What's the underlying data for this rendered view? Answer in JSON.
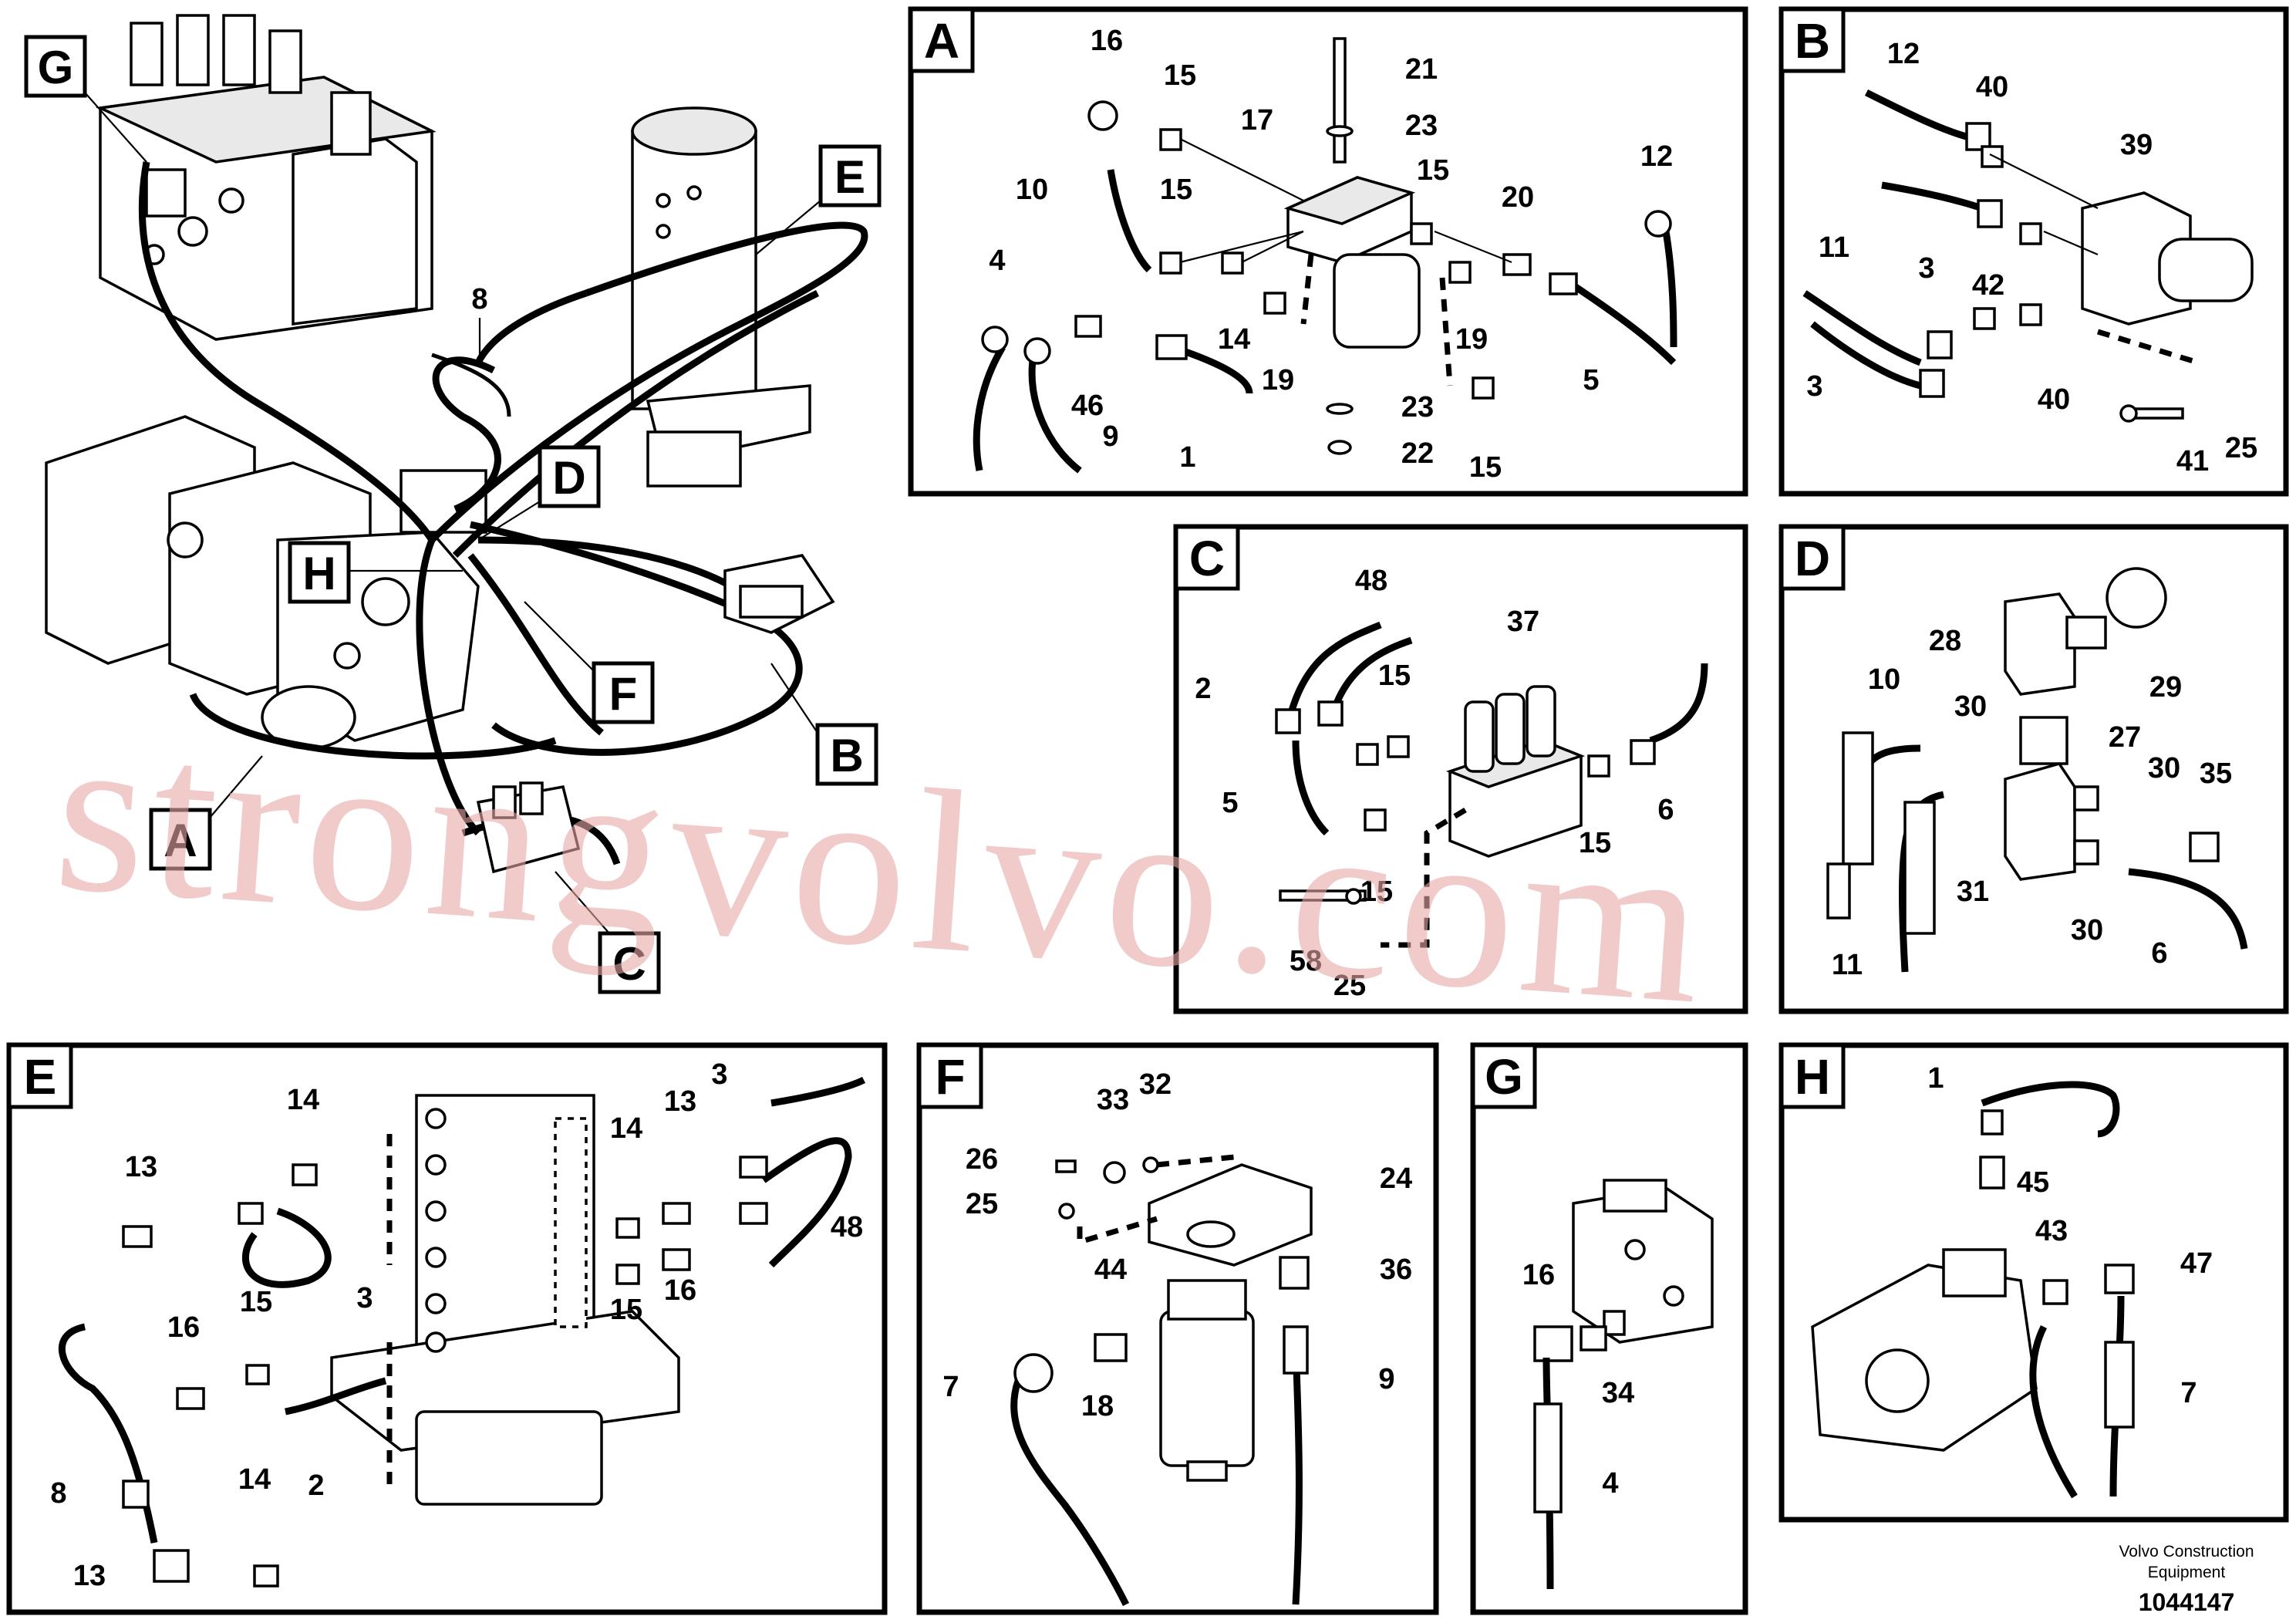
{
  "callouts": {
    "G": "G",
    "E": "E",
    "D": "D",
    "H": "H",
    "F": "F",
    "B": "B",
    "A": "A",
    "C": "C",
    "num8": "8"
  },
  "panels": {
    "A": {
      "letter": "A",
      "labels": [
        "16",
        "15",
        "17",
        "21",
        "23",
        "15",
        "12",
        "10",
        "15",
        "20",
        "4",
        "14",
        "19",
        "19",
        "5",
        "46",
        "9",
        "1",
        "23",
        "22",
        "15"
      ]
    },
    "B": {
      "letter": "B",
      "labels": [
        "12",
        "40",
        "39",
        "11",
        "42",
        "3",
        "3",
        "40",
        "41",
        "25"
      ]
    },
    "C": {
      "letter": "C",
      "labels": [
        "48",
        "37",
        "2",
        "15",
        "5",
        "15",
        "6",
        "15",
        "58",
        "25"
      ]
    },
    "D": {
      "letter": "D",
      "labels": [
        "28",
        "29",
        "10",
        "30",
        "27",
        "30",
        "35",
        "31",
        "30",
        "11",
        "6"
      ]
    },
    "E": {
      "letter": "E",
      "labels": [
        "14",
        "3",
        "13",
        "14",
        "13",
        "48",
        "3",
        "15",
        "16",
        "16",
        "15",
        "2",
        "8",
        "14",
        "13"
      ]
    },
    "F": {
      "letter": "F",
      "labels": [
        "33",
        "32",
        "26",
        "24",
        "25",
        "44",
        "36",
        "7",
        "18",
        "9"
      ]
    },
    "G": {
      "letter": "G",
      "labels": [
        "16",
        "34",
        "4"
      ]
    },
    "H": {
      "letter": "H",
      "labels": [
        "1",
        "45",
        "43",
        "47",
        "7"
      ]
    }
  },
  "watermark": "strongvolvo.com",
  "footer": {
    "brand_line1": "Volvo Construction",
    "brand_line2": "Equipment",
    "drawing_number": "1044147"
  }
}
